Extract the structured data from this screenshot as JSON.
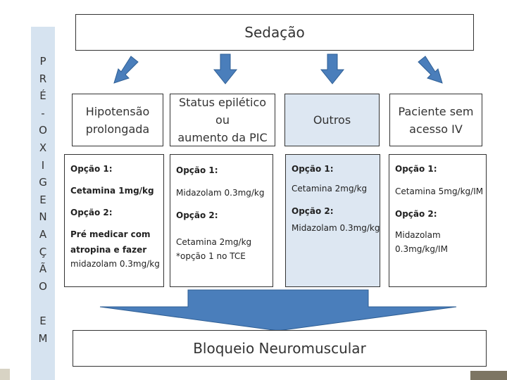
{
  "side_label": [
    "P",
    "R",
    "É",
    "-",
    "O",
    "X",
    "I",
    "G",
    "E",
    "N",
    "A",
    "Ç",
    "Ã",
    "O",
    "",
    "E",
    "M"
  ],
  "title": "Sedação",
  "columns": [
    {
      "header": "Hipotensão\nprolongada",
      "lines": [
        {
          "text": "Opção 1:",
          "bold": true
        },
        {
          "text": "Cetamina 1mg/kg",
          "bold": true
        },
        {
          "text": "Opção 2:",
          "bold": true
        },
        {
          "text": "Pré medicar com",
          "bold": true
        },
        {
          "text": "atropina e fazer",
          "bold": true
        },
        {
          "text": "midazolam 0.3mg/kg",
          "bold": false
        }
      ]
    },
    {
      "header": "Status epilético ou\naumento da PIC",
      "lines": [
        {
          "text": "Opção 1:",
          "bold": true
        },
        {
          "text": "Midazolam 0.3mg/kg",
          "bold": false
        },
        {
          "text": "Opção 2:",
          "bold": true
        },
        {
          "text": "Cetamina 2mg/kg",
          "bold": false
        },
        {
          "text": "*opção 1 no TCE",
          "bold": false
        }
      ]
    },
    {
      "header": "Outros",
      "lines": [
        {
          "text": "Opção 1:",
          "bold": true
        },
        {
          "text": "Cetamina 2mg/kg",
          "bold": false
        },
        {
          "text": "Opção 2:",
          "bold": true
        },
        {
          "text": "Midazolam 0.3mg/kg",
          "bold": false
        }
      ]
    },
    {
      "header": "Paciente sem\nacesso IV",
      "lines": [
        {
          "text": "Opção 1:",
          "bold": true
        },
        {
          "text": "Cetamina 5mg/kg/IM",
          "bold": false
        },
        {
          "text": "Opção 2:",
          "bold": true
        },
        {
          "text": "Midazolam",
          "bold": false
        },
        {
          "text": "0.3mg/kg/IM",
          "bold": false
        }
      ]
    }
  ],
  "footer": "Bloqueio Neuromuscular",
  "colors": {
    "arrow_fill": "#4a7ebb",
    "arrow_stroke": "#2f5f95",
    "highlight_box": "#dde7f2",
    "side_strip": "#d6e3f0"
  }
}
